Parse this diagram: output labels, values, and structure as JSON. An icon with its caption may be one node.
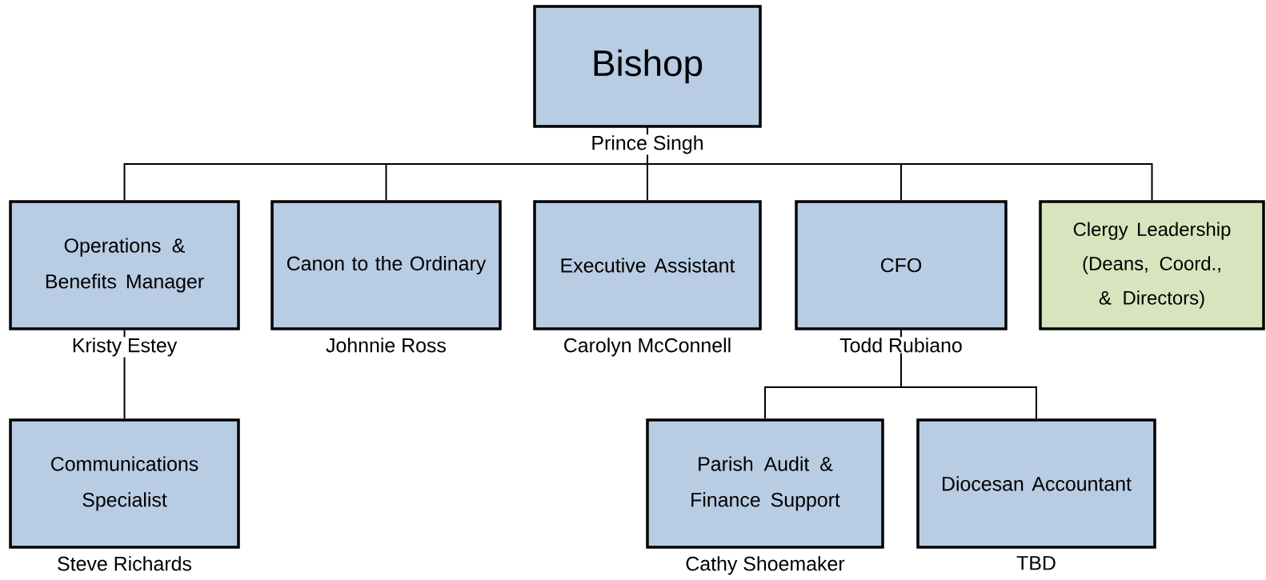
{
  "diagram": {
    "nodes": [
      {
        "text": [
          "Bishop"
        ],
        "beside": [
          "Prince Singh"
        ]
      },
      {
        "text": [
          "Operations & Benefits Manager"
        ],
        "beside": [
          "Kristy Estey"
        ]
      },
      {
        "text": [
          "Canon to the Ordinary"
        ],
        "beside": [
          "Johnnie Ross"
        ]
      },
      {
        "text": [
          "Executive Assistant"
        ],
        "beside": [
          "Carolyn McConnell"
        ]
      },
      {
        "text": [
          "CFO"
        ],
        "beside": [
          "Todd Rubiano"
        ]
      },
      {
        "text": [
          "Clergy Leadership (Deans, Coord., & Directors)"
        ]
      },
      {
        "text": [
          "Communications Specialist"
        ],
        "beside": [
          "Steve Richards"
        ]
      },
      {
        "text": [
          "Parish Audit & Finance Support"
        ],
        "beside": [
          "Cathy Shoemaker"
        ]
      },
      {
        "text": [
          "Diocesan Accountant"
        ],
        "beside": [
          "TBD"
        ]
      }
    ],
    "edges": [
      {
        "from": 0,
        "to": 1,
        "arrow": "none"
      },
      {
        "from": 0,
        "to": 2,
        "arrow": "none"
      },
      {
        "from": 0,
        "to": 3,
        "arrow": "none"
      },
      {
        "from": 0,
        "to": 4,
        "arrow": "none"
      },
      {
        "from": 0,
        "to": 5,
        "arrow": "none"
      },
      {
        "from": 1,
        "to": 6,
        "arrow": "none"
      },
      {
        "from": 4,
        "to": 7,
        "arrow": "none"
      },
      {
        "from": 4,
        "to": 8,
        "arrow": "none"
      }
    ]
  }
}
